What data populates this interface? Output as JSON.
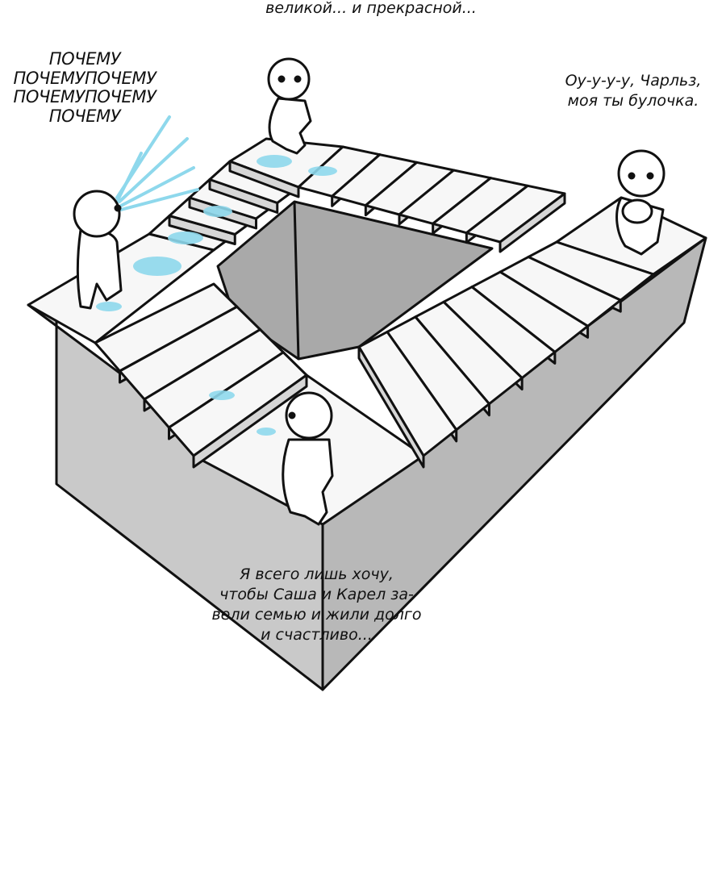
{
  "captions": {
    "top": "великой... и прекрасной...",
    "why_lines": [
      "ПОЧЕМУ",
      "ПОЧЕМУПОЧЕМУ",
      "ПОЧЕМУПОЧЕМУ",
      "ПОЧЕМУ"
    ],
    "charles_lines": [
      "Оу-у-у-у, Чарльз,",
      "моя ты булочка."
    ],
    "wish_lines": [
      "Я всего лишь хочу,",
      "чтобы Саша и Карел за-",
      "вели семью и жили долго",
      "и счастливо..."
    ]
  },
  "colors": {
    "background": "#ffffff",
    "block_front": "#c9c9c9",
    "block_side": "#b3b3b3",
    "step_top": "#f7f7f7",
    "tears": "#8ed8ec",
    "outline": "#111111"
  }
}
